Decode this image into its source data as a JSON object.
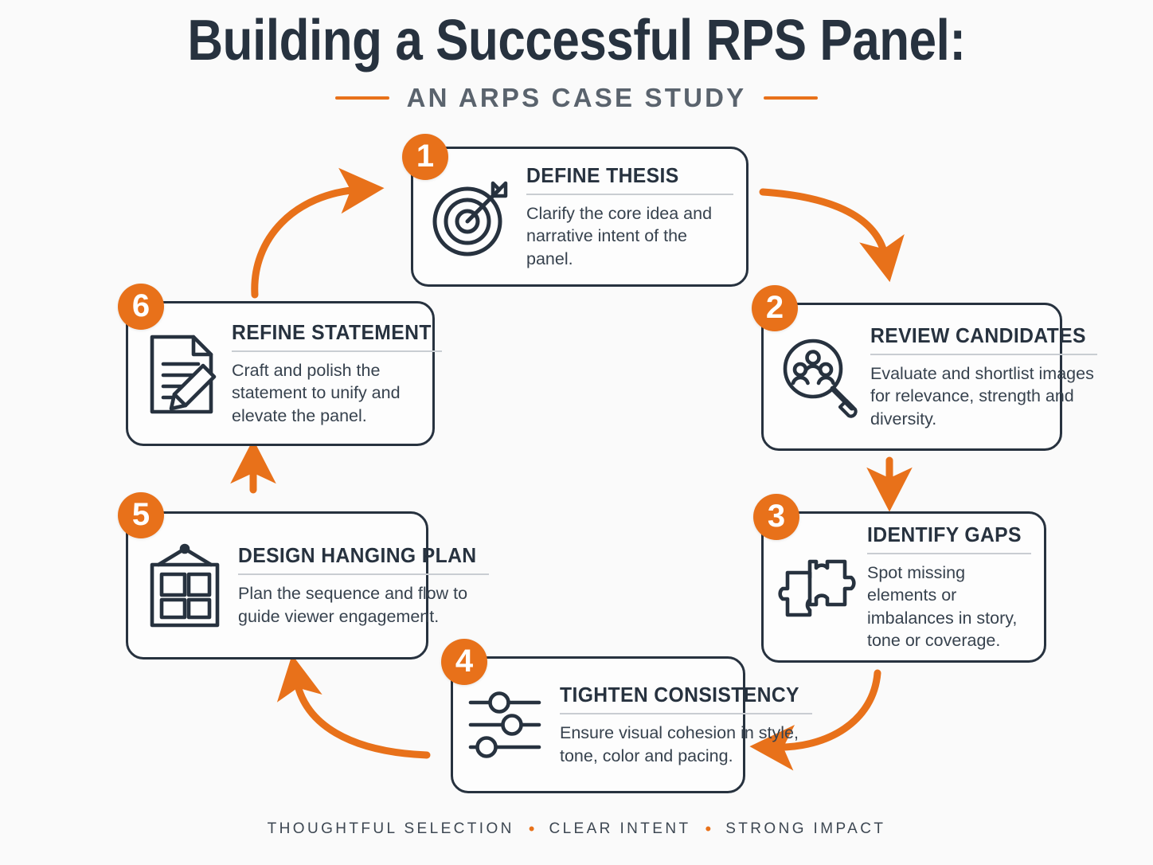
{
  "header": {
    "title": "Building a Successful RPS Panel:",
    "subtitle": "AN ARPS CASE STUDY"
  },
  "colors": {
    "accent": "#E8711A",
    "ink": "#27323F",
    "body_text": "#37424E",
    "rule": "#C9CDD2",
    "background": "#FAFAFA",
    "subtitle": "#5A636D"
  },
  "steps": [
    {
      "number": "1",
      "title": "DEFINE THESIS",
      "description": "Clarify the core idea and narrative intent of the panel.",
      "icon": "target-arrow-icon"
    },
    {
      "number": "2",
      "title": "REVIEW CANDIDATES",
      "description": "Evaluate and shortlist images for relevance, strength and diversity.",
      "icon": "magnifier-people-icon"
    },
    {
      "number": "3",
      "title": "IDENTIFY GAPS",
      "description": "Spot missing elements or imbalances in story, tone or coverage.",
      "icon": "puzzle-pieces-icon"
    },
    {
      "number": "4",
      "title": "TIGHTEN CONSISTENCY",
      "description": "Ensure visual cohesion in style, tone, color and pacing.",
      "icon": "sliders-icon"
    },
    {
      "number": "5",
      "title": "DESIGN HANGING PLAN",
      "description": "Plan the sequence and flow to guide viewer engagement.",
      "icon": "hanging-frame-icon"
    },
    {
      "number": "6",
      "title": "REFINE STATEMENT",
      "description": "Craft and polish the statement to unify and elevate the panel.",
      "icon": "document-pencil-icon"
    }
  ],
  "footer": {
    "items": [
      "THOUGHTFUL SELECTION",
      "CLEAR INTENT",
      "STRONG IMPACT"
    ],
    "separator": "•"
  }
}
